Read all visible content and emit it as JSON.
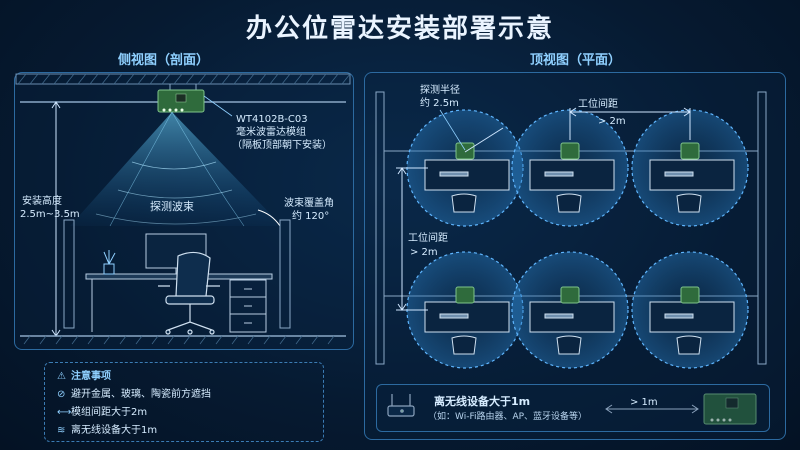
{
  "title": "办公位雷达安装部署示意",
  "side_view": {
    "heading": "侧视图（剖面）",
    "module_name": "WT4102B-C03",
    "module_desc": "毫米波雷达模组",
    "module_note": "（隔板顶部朝下安装）",
    "height_label": "安装高度",
    "height_value": "2.5m~3.5m",
    "beam_label": "探测波束",
    "angle_label": "波束覆盖角",
    "angle_value": "约 120°"
  },
  "top_view": {
    "heading": "顶视图（平面）",
    "radius_label": "探测半径",
    "radius_value": "约 2.5m",
    "spacing_label": "工位间距",
    "spacing_value": "> 2m",
    "spacing_label_2": "工位间距",
    "spacing_value_2": "> 2m"
  },
  "notes": {
    "heading": "注意事项",
    "items": [
      {
        "icon": "no-entry-icon",
        "text": "避开金属、玻璃、陶瓷前方遮挡"
      },
      {
        "icon": "spacing-icon",
        "text": "模组间距大于2m"
      },
      {
        "icon": "wireless-icon",
        "text": "离无线设备大于1m"
      }
    ]
  },
  "legend": {
    "title": "离无线设备大于1m",
    "detail": "（如：Wi-Fi路由器、AP、蓝牙设备等）",
    "distance": "> 1m"
  },
  "colors": {
    "background": "#06182e",
    "accent": "#3fa9ff",
    "panel_border": "#2c6aa0",
    "module_green": "#2f6b3c"
  }
}
